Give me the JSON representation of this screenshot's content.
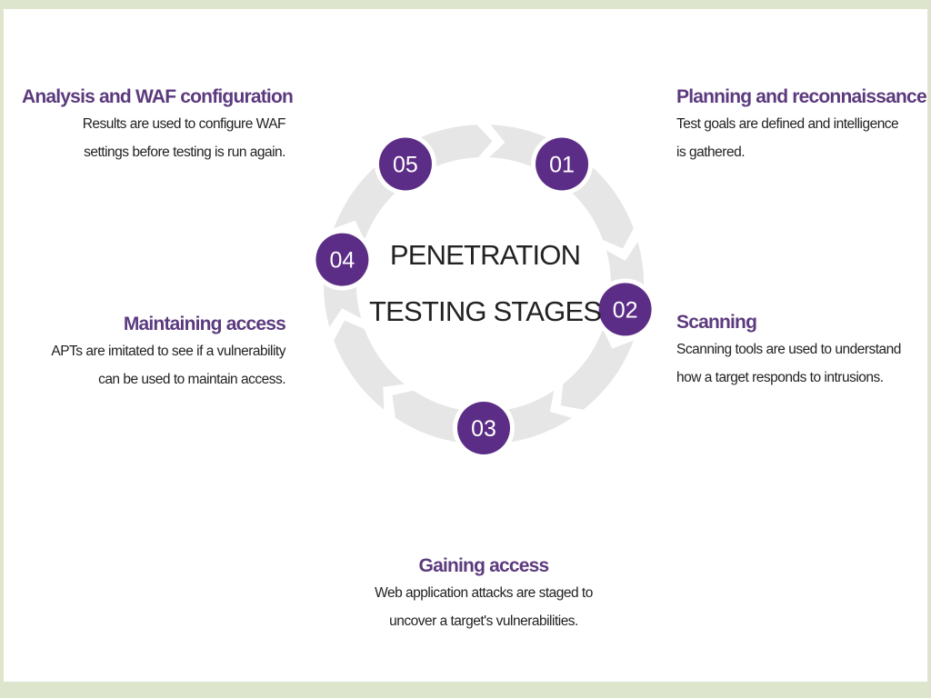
{
  "diagram": {
    "center_title": [
      "PENETRATION",
      "TESTING STAGES"
    ],
    "colors": {
      "accent": "#5c2d86",
      "title": "#5c3a7e",
      "ring": "#e6e6e6",
      "background": "#dde5cc"
    },
    "stages": [
      {
        "number": "01",
        "title": "Planning and reconnaissance",
        "description": [
          "Test goals are defined and intelligence",
          "is gathered."
        ]
      },
      {
        "number": "02",
        "title": "Scanning",
        "description": [
          "Scanning tools are used to understand",
          "how a target responds to intrusions."
        ]
      },
      {
        "number": "03",
        "title": "Gaining access",
        "description": [
          "Web application attacks are staged to",
          "uncover a target's vulnerabilities."
        ]
      },
      {
        "number": "04",
        "title": "Maintaining access",
        "description": [
          "APTs are imitated to see if a vulnerability",
          "can be used to maintain access."
        ]
      },
      {
        "number": "05",
        "title": "Analysis and WAF configuration",
        "description": [
          "Results are used to configure WAF",
          "settings before testing is run again."
        ]
      }
    ]
  }
}
